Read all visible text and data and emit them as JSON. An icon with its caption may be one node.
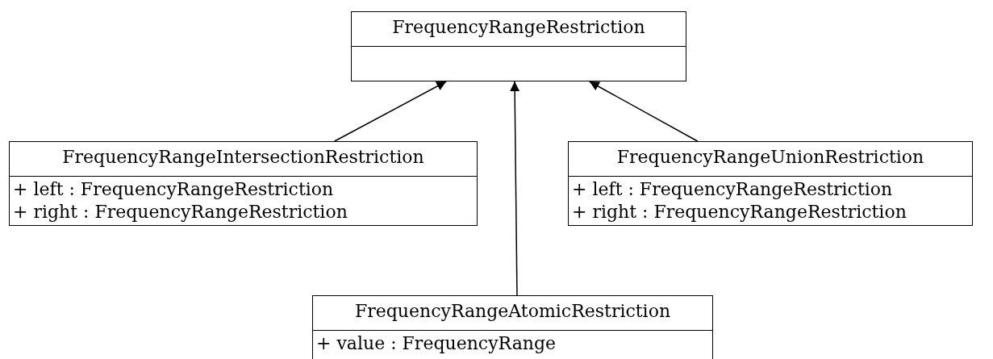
{
  "diagram": {
    "nodes": [
      {
        "text": [
          "FrequencyRangeRestriction"
        ]
      },
      {
        "text": [
          "FrequencyRangeIntersectionRestriction",
          "+ left : FrequencyRangeRestriction",
          "+ right : FrequencyRangeRestriction"
        ]
      },
      {
        "text": [
          "FrequencyRangeUnionRestriction",
          "+ left : FrequencyRangeRestriction",
          "+ right : FrequencyRangeRestriction"
        ]
      },
      {
        "text": [
          "FrequencyRangeAtomicRestriction",
          "+ value : FrequencyRange"
        ]
      }
    ],
    "edges": [
      {
        "from": 1,
        "to": 0,
        "arrow": "to"
      },
      {
        "from": 3,
        "to": 0,
        "arrow": "to"
      },
      {
        "from": 2,
        "to": 0,
        "arrow": "to"
      }
    ]
  }
}
